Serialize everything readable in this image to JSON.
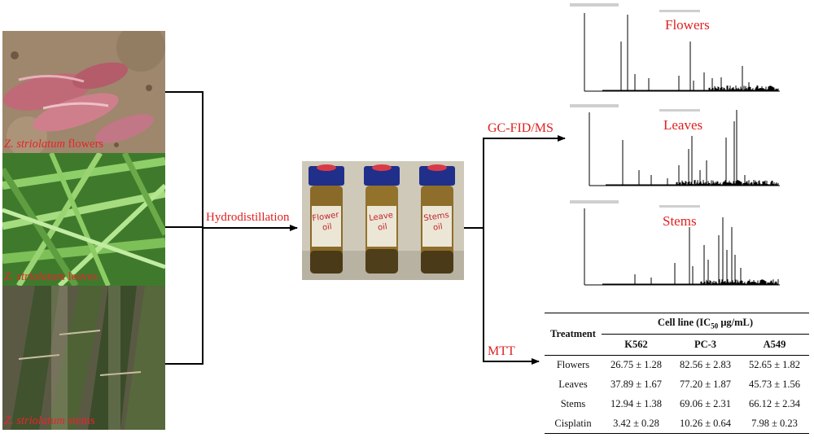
{
  "photos": [
    {
      "species": "Z. striolatum",
      "part": "flowers"
    },
    {
      "species": "Z. striolatum",
      "part": "leaves"
    },
    {
      "species": "Z. striolatum",
      "part": "stems"
    }
  ],
  "process": {
    "hydrodistillation": "Hydrodistillation",
    "gc": "GC-FID/MS",
    "mtt": "MTT"
  },
  "vials": [
    "Flower oil",
    "Leave oil",
    "Stems oil"
  ],
  "spectra": [
    {
      "title": "Flowers"
    },
    {
      "title": "Leaves"
    },
    {
      "title": "Stems"
    }
  ],
  "table": {
    "treatment_header": "Treatment",
    "cell_line_prefix": "Cell line (IC",
    "cell_line_sub": "50",
    "cell_line_suffix": " μg/mL)",
    "columns": [
      "K562",
      "PC-3",
      "A549"
    ],
    "rows": [
      {
        "name": "Flowers",
        "values": [
          "26.75 ± 1.28",
          "82.56 ± 2.83",
          "52.65 ± 1.82"
        ]
      },
      {
        "name": "Leaves",
        "values": [
          "37.89 ± 1.67",
          "77.20 ± 1.87",
          "45.73 ± 1.56"
        ]
      },
      {
        "name": "Stems",
        "values": [
          "12.94 ± 1.38",
          "69.06 ± 2.31",
          "66.12 ± 2.34"
        ]
      },
      {
        "name": "Cisplatin",
        "values": [
          "3.42 ± 0.28",
          "10.26 ± 0.64",
          "7.98 ± 0.23"
        ]
      }
    ]
  }
}
